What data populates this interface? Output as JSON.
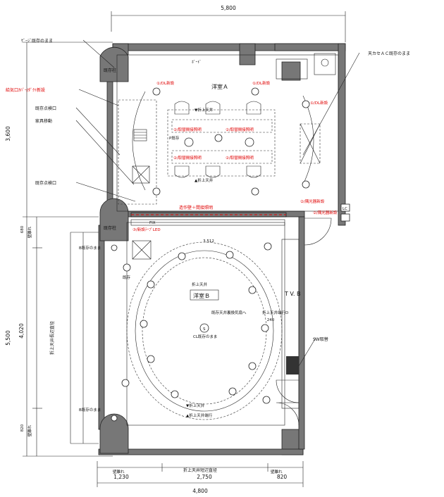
{
  "dimensions": {
    "top_total": "5,800",
    "left_upper": "3,600",
    "left_total": "5,500",
    "left_mid": "4,020",
    "left_gap_top": "680",
    "left_gap_bottom": "820",
    "bottom_1": "1,230",
    "bottom_2": "2,750",
    "bottom_3": "820",
    "bottom_total": "4,800",
    "ceiling_width": "3,512",
    "tv_depth": "240"
  },
  "labels": {
    "gauge_existing": "ｹﾞｰｼﾞ既存のまま",
    "supply_duct_new": "給気口ｶﾊﾞｰ/ﾀﾞｸﾄ新設",
    "existing_hatch_1": "既存点検口",
    "furniture_move": "家具移動",
    "existing_hatch_2": "既存点検口",
    "existing_pillar_top": "既存柱",
    "existing_pillar_mid": "既存柱",
    "balcony": "ﾎﾞｰﾄﾞ",
    "ceiling_ac": "天カセＡＣ既存のまま",
    "room_a": "洋室Ａ",
    "room_b": "洋室Ｂ",
    "fold_ceiling_top": "▼折上天井",
    "fold_ceiling_bottom": "▲折上天井",
    "fold_ceiling_b": "折上天井",
    "fold_ceiling_b2": "▼折上天井",
    "fold_ceiling_b3": "▲折上天井端行",
    "ceiling_note": "既存天井裏換気扇へ",
    "ceiling_note2": "折上天井端行D",
    "mod_wall": "造作壁＋間接照明",
    "fix": "FIX",
    "tvb": "T V. B",
    "sw_change": "SW取替",
    "b_existing_top": "B既存のまま",
    "b_existing_bottom": "B既存のまま",
    "cl_existing": "CL既存のまま",
    "left_vertical": "折上天井長辺直径",
    "bottom_center": "折上天井短辺直径",
    "wall_sep_1": "壁離れ",
    "wall_sep_2": "壁離れ",
    "wall_sep_bl": "壁離れ",
    "wall_sep_br": "壁離れ",
    "dl_new": "①/DL新設",
    "dl_new_short": "①/DL新設",
    "dl_new_r": "①/DL新設",
    "p_existing": "P既存",
    "existing": "既存",
    "indirect_1": "②/取替間接照明",
    "indirect_2": "②/取替間接照明",
    "indirect_3": "②/取替間接照明",
    "indirect_4": "②/取替間接照明",
    "bracket_1": "②/隅光器新設",
    "bracket_2": "②/隅光器新設",
    "led_strip": "③/新設ﾃｰﾌﾟLED",
    "lc": "LC",
    "sensor": "S"
  },
  "colors": {
    "annotation": "#e00000",
    "line": "#222222",
    "wall": "#777777"
  }
}
